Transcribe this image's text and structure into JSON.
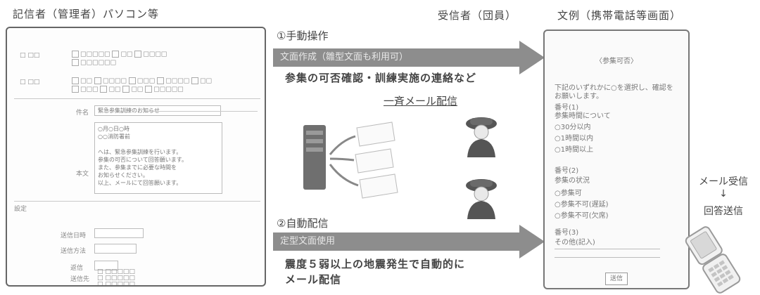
{
  "headers": {
    "sender": "記信者（管理者）パソコン等",
    "receiver": "受信者（団員）",
    "example": "文例（携帯電話等画面）"
  },
  "flow_manual": {
    "step": "①手動操作",
    "arrow_text": "文面作成（雛型文面も利用可）",
    "note": "参集の可否確認・訓練実施の連絡など"
  },
  "bulk_mail": "一斉メール配信",
  "flow_auto": {
    "step": "②自動配信",
    "arrow_text": "定型文面使用",
    "note_line1": "震度５弱以上の地震発生で自動的に",
    "note_line2": "メール配信"
  },
  "side": {
    "line1": "メール受信",
    "arrow": "↓",
    "line2": "回答送信"
  },
  "phone": {
    "title": "〈参集可否〉",
    "lines": [
      "下記のいずれかに○を選択し、確認を",
      "お願いします。",
      "番号(1)",
      "参集時間について",
      "○30分以内",
      "○1時間以内",
      "○1時間以上",
      "番号(2)",
      "参集の状況",
      "○参集可",
      "○参集不可(遅延)",
      "○参集不可(欠席)",
      "番号(3)",
      "その他(記入)"
    ],
    "reply_button": "送信"
  },
  "sender_form": {
    "label_subject": "件名",
    "subject_value": "緊急参集訓練のお知らせ",
    "label_body": "本文",
    "body_text": "○月○日○時\n○○消防署前\n\nへは、緊急参集訓練を行います。\n参集の可否について回答願います。\nまた、参集までに必要な時間を\nお知らせください。\n以上、メールにて回答願います。",
    "label_settings": "設定",
    "label_sendtime": "送信日時",
    "label_method": "送信方法",
    "label_reply": "返信",
    "label_dest": "送信先"
  },
  "colors": {
    "arrow": "#8d8d8d",
    "frame": "#666666",
    "text": "#444444"
  }
}
